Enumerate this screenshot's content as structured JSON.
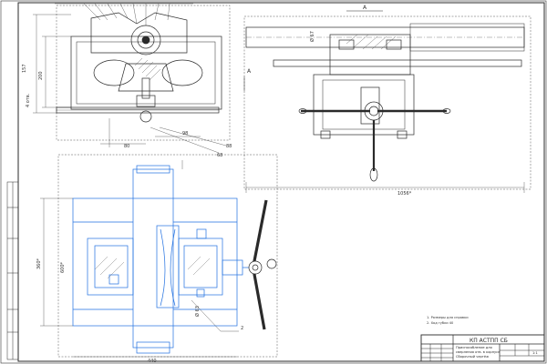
{
  "colors": {
    "line": "#2a2a2a",
    "highlight": "#1f6fe0",
    "section_hatch": "#555555",
    "paper": "#ffffff"
  },
  "view_top": {
    "dims": [
      "157",
      "200",
      "4 отв.",
      "80",
      "98",
      "88",
      "68"
    ]
  },
  "view_side": {
    "section_letter_top": "A",
    "section_letter_left": "A",
    "dims": [
      "Ø 67",
      "1056*"
    ]
  },
  "view_plan": {
    "dims": [
      "360*",
      "600*",
      "440",
      "Ø 63",
      "2"
    ]
  },
  "notes": {
    "line1": "1. Размеры для справки",
    "line2": "2. Ход губки 40"
  },
  "title_block": {
    "doc_code": "КП АСТПП СБ",
    "name_line1": "Приспособление для",
    "name_line2": "сверления отв. в корпусе",
    "name_line3": "Сборочный чертёж",
    "scale": "1:1"
  }
}
